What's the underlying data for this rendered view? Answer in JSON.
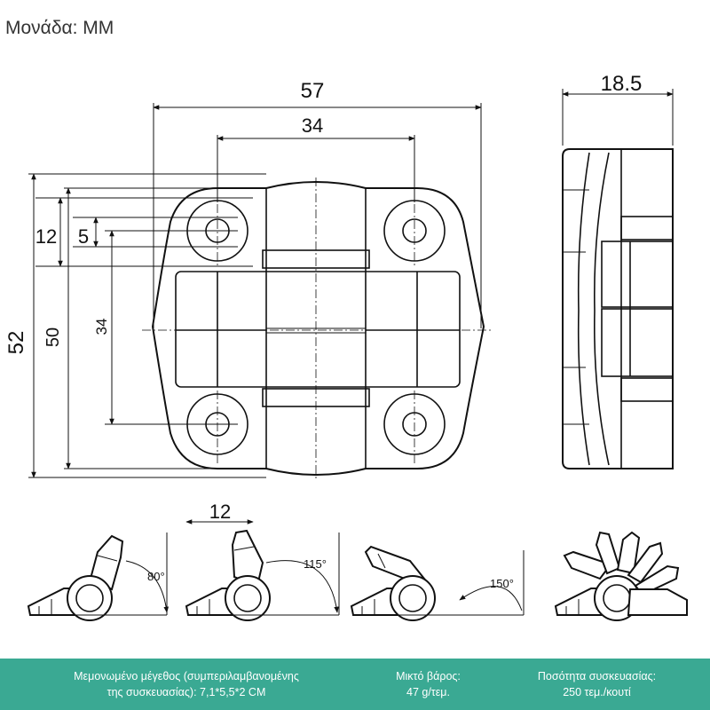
{
  "unit_label": "Μονάδα: MM",
  "front_view": {
    "dim_width_outer": "57",
    "dim_width_holes": "34",
    "dim_height_outer": "52",
    "dim_height_body": "50",
    "dim_hole_spacing": "34",
    "dim_12": "12",
    "dim_5": "5"
  },
  "side_view": {
    "dim_thickness": "18.5"
  },
  "opening_views": {
    "dim_leaf": "12",
    "angles": [
      "80°",
      "115°",
      "150°"
    ]
  },
  "footer": {
    "size_line1": "Μεμονωμένο μέγεθος (συμπεριλαμβανομένης",
    "size_line2": "της συσκευασίας): 7,1*5,5*2 CM",
    "weight_line1": "Μικτό βάρος:",
    "weight_line2": "47 g/τεμ.",
    "qty_line1": "Ποσότητα συσκευασίας:",
    "qty_line2": "250 τεμ./κουτί"
  },
  "colors": {
    "footer_bg": "#3aa993",
    "line": "#111111"
  }
}
